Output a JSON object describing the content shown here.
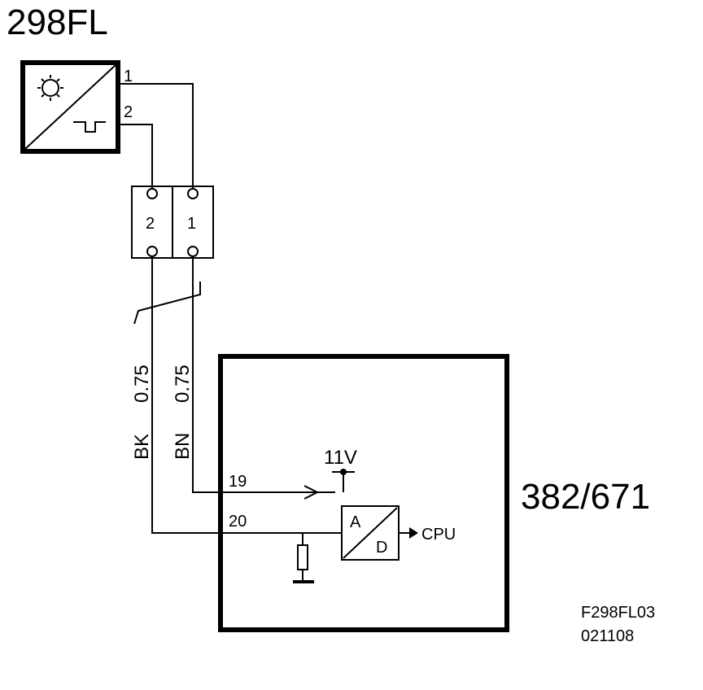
{
  "sensor": {
    "label": "298FL",
    "pin_top": "1",
    "pin_bottom": "2"
  },
  "connector": {
    "left_pin": "2",
    "right_pin": "1"
  },
  "wires": {
    "left": {
      "color": "BK",
      "size": "0.75"
    },
    "right": {
      "color": "BN",
      "size": "0.75"
    }
  },
  "module": {
    "label": "382/671",
    "pin_upper": "19",
    "pin_lower": "20",
    "supply": "11V",
    "adc_in": "A",
    "adc_out": "D",
    "output": "CPU"
  },
  "footer": {
    "code": "F298FL03",
    "date": "021108"
  }
}
